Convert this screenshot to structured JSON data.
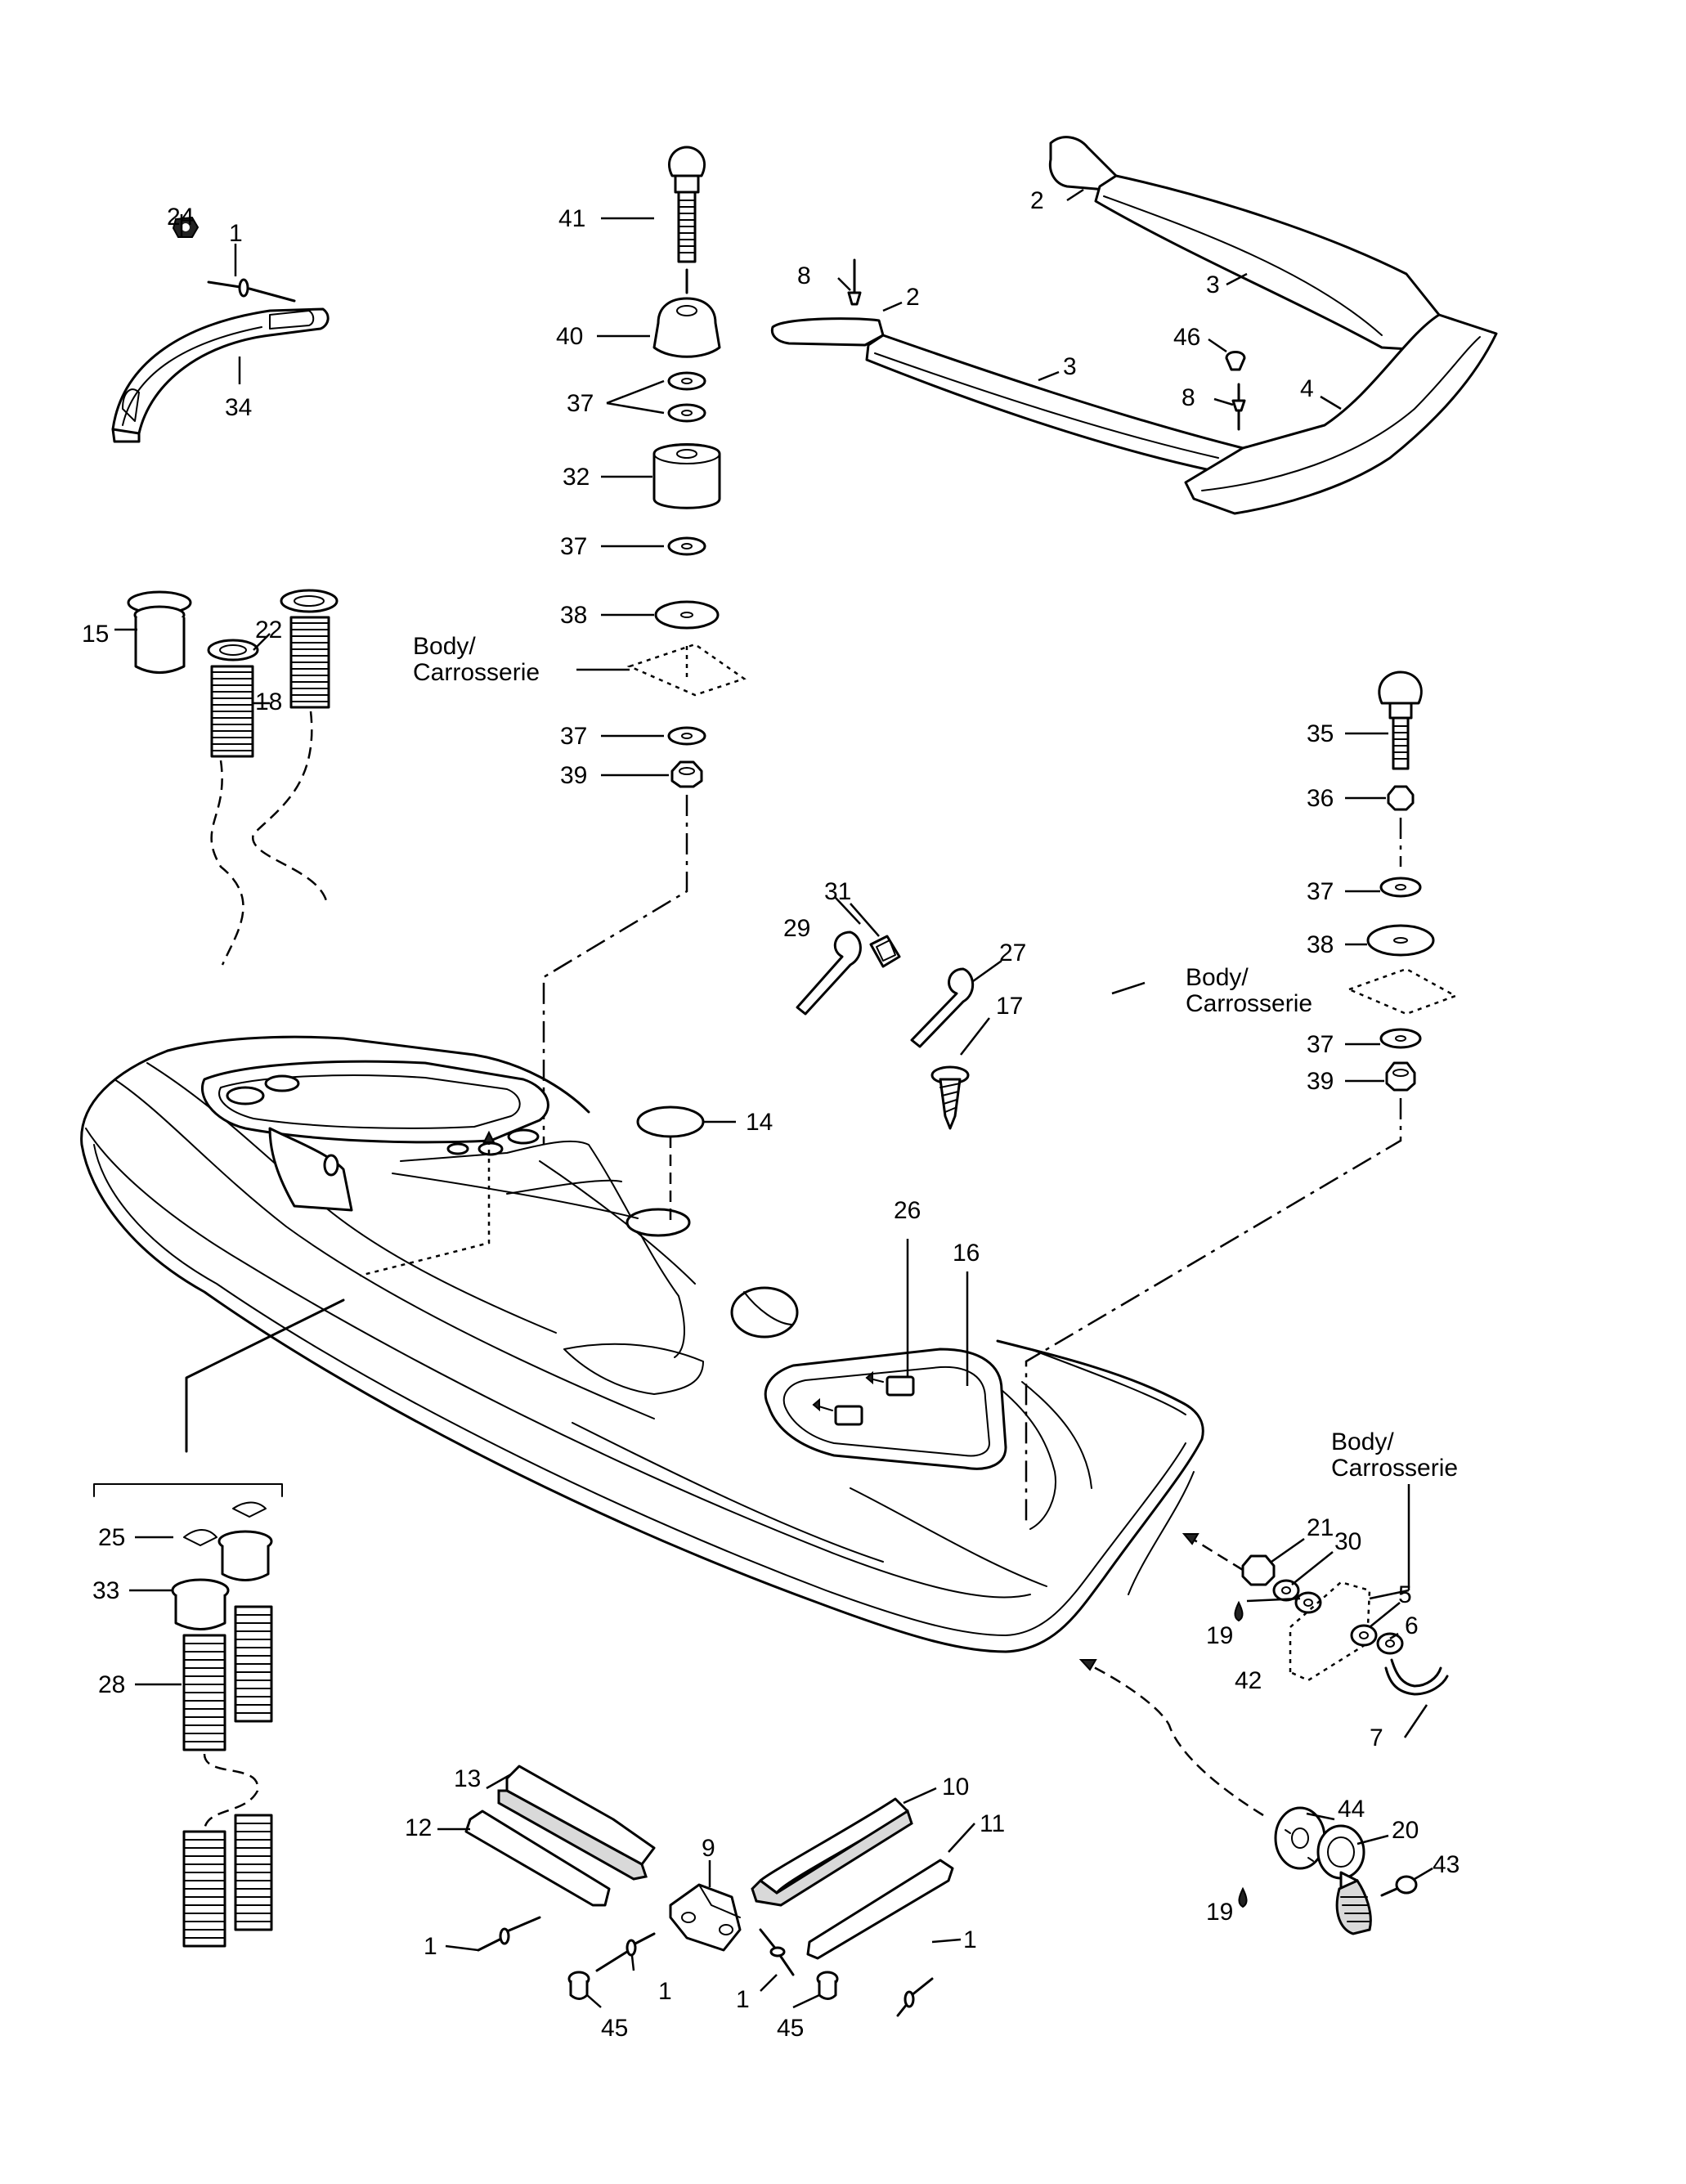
{
  "diagram": {
    "labels": {
      "n1": "1",
      "n2": "2",
      "n3": "3",
      "n4": "4",
      "n5": "5",
      "n6": "6",
      "n7": "7",
      "n8": "8",
      "n9": "9",
      "n10": "10",
      "n11": "11",
      "n12": "12",
      "n13": "13",
      "n14": "14",
      "n15": "15",
      "n16": "16",
      "n17": "17",
      "n18": "18",
      "n19": "19",
      "n20": "20",
      "n21": "21",
      "n22": "22",
      "n24": "24",
      "n25": "25",
      "n26": "26",
      "n27": "27",
      "n28": "28",
      "n29": "29",
      "n30": "30",
      "n31": "31",
      "n32": "32",
      "n33": "33",
      "n34": "34",
      "n35": "35",
      "n36": "36",
      "n37": "37",
      "n38": "38",
      "n39": "39",
      "n40": "40",
      "n41": "41",
      "n42": "42",
      "n43": "43",
      "n44": "44",
      "n45": "45",
      "n46": "46"
    },
    "body_line1": "Body/",
    "body_line2": "Carrosserie"
  }
}
